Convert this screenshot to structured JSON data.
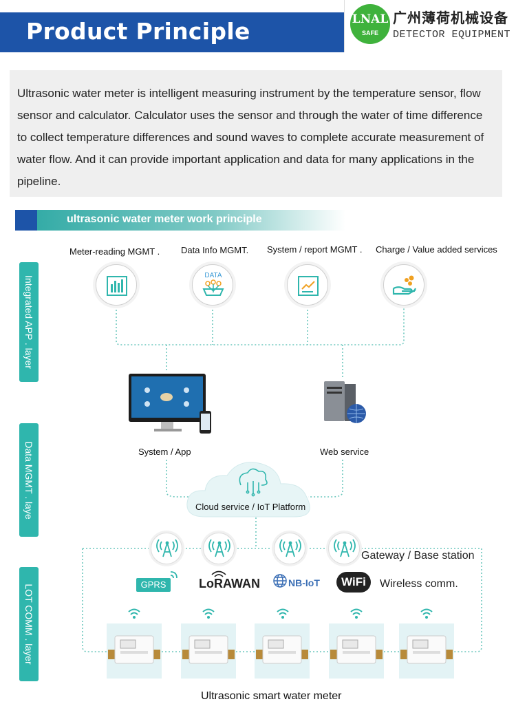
{
  "header": {
    "title": "Product Principle"
  },
  "logo": {
    "circle_line1": "LNAL",
    "circle_line2": "SAFE",
    "chinese": "广州薄荷机械设备",
    "english": "DETECTOR EQUIPMENT"
  },
  "description": "Ultrasonic water meter is intelligent measuring instrument by the temperature sensor, flow sensor and calculator. Calculator uses the sensor and through the water of time difference to collect temperature differences and sound waves to complete accurate measurement of water flow. And it can provide important application and data for many applications in the pipeline.",
  "banner": {
    "title": "ultrasonic water meter work principle"
  },
  "layers": {
    "app": "Integrated APP . layer",
    "data": "Data MGMT . laye",
    "comm": "LOT COMM . layer"
  },
  "apps": [
    {
      "label": "Meter-reading MGMT .",
      "icon": "bar-chart-icon"
    },
    {
      "label": "Data Info MGMT.",
      "icon": "data-network-icon",
      "icon_text": "DATA"
    },
    {
      "label": "System / report MGMT .",
      "icon": "report-chart-icon"
    },
    {
      "label": "Charge / Value added services",
      "icon": "hand-coins-icon"
    }
  ],
  "system_app": {
    "label": "System / App"
  },
  "web_service": {
    "label": "Web service"
  },
  "cloud": {
    "label": "Cloud service / IoT Platform"
  },
  "gateway": {
    "label": "Gateway / Base station"
  },
  "wireless": {
    "label": "Wireless comm.",
    "protocols": {
      "gprs": "GPRS",
      "lora": "LoRAWAN",
      "nbiot": "NB-IoT",
      "wifi": "WiFi"
    }
  },
  "meters": {
    "label": "Ultrasonic smart water meter",
    "count": 5
  },
  "colors": {
    "header": "#1d54a8",
    "teal": "#2fb6ad",
    "dotted": "#6cc7bd"
  }
}
